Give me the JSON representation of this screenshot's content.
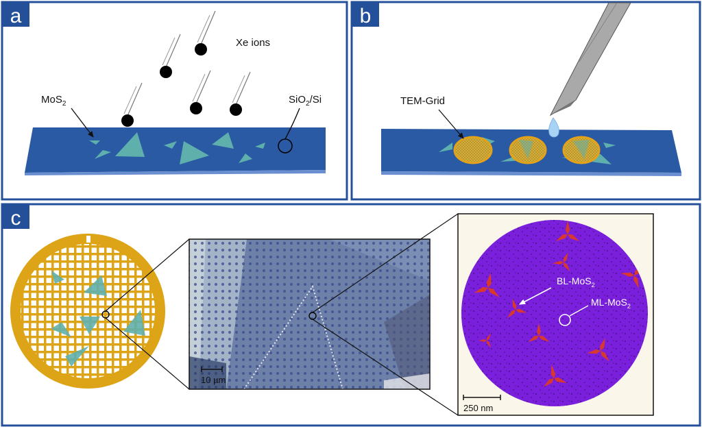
{
  "panels": {
    "a": {
      "letter": "a",
      "labels": {
        "ions": "Xe ions",
        "mos2": "MoS",
        "mos2_sub": "2",
        "substrate": "SiO",
        "substrate_sub": "2",
        "substrate_tail": "/Si"
      }
    },
    "b": {
      "letter": "b",
      "labels": {
        "tem_grid": "TEM-Grid"
      }
    },
    "c": {
      "letter": "c",
      "scalebars": {
        "optical": "10 µm",
        "tem": "250 nm"
      },
      "labels": {
        "bl": "BL-MoS",
        "bl_sub": "2",
        "ml": "ML-MoS",
        "ml_sub": "2"
      }
    }
  },
  "colors": {
    "frame": "#24509a",
    "substrate": "#2a5aa4",
    "flake": "#5fb0ad",
    "grid_gold": "#dca416",
    "tem_purple": "#7a1fdc",
    "bilayer": "#d8392f"
  }
}
